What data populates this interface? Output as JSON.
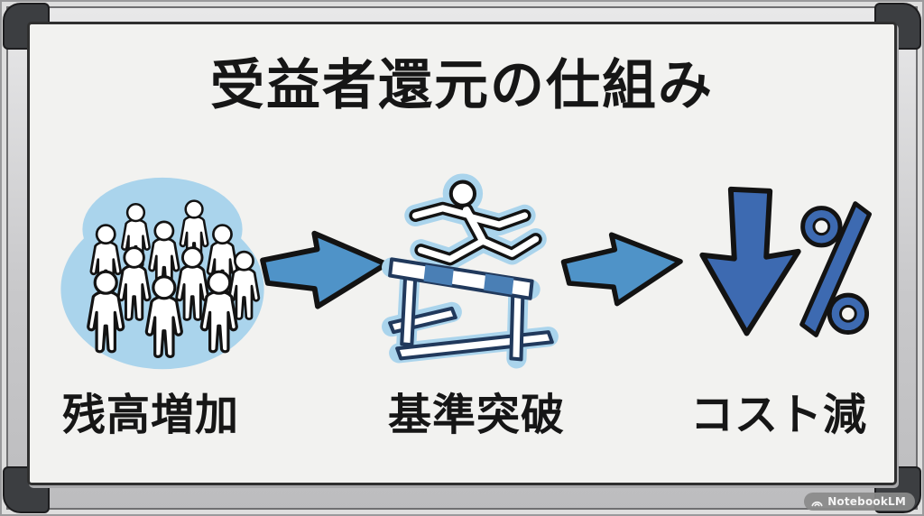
{
  "diagram": {
    "title": "受益者還元の仕組み",
    "steps": [
      {
        "label": "残高増加",
        "icon": "crowd-icon"
      },
      {
        "label": "基準突破",
        "icon": "hurdle-runner-icon"
      },
      {
        "label": "コスト減",
        "icon": "percent-decrease-icon"
      }
    ],
    "connector_icon": "right-arrow-icon"
  },
  "watermark": {
    "label": "NotebookLM",
    "icon": "notebooklm-logo-icon"
  },
  "colors": {
    "arrow_blue": "#4f93c8",
    "deep_blue": "#3d6ab1",
    "halo_blue": "#aad4ec",
    "outline_dark": "#131313",
    "hurdle_navy": "#21395c",
    "hurdle_stripe": "#4a7fb5",
    "board_surface": "#f2f2f0",
    "frame_gray": "#c9c9cb",
    "corner_cap": "#3c3e41",
    "text_dark": "#161616"
  }
}
